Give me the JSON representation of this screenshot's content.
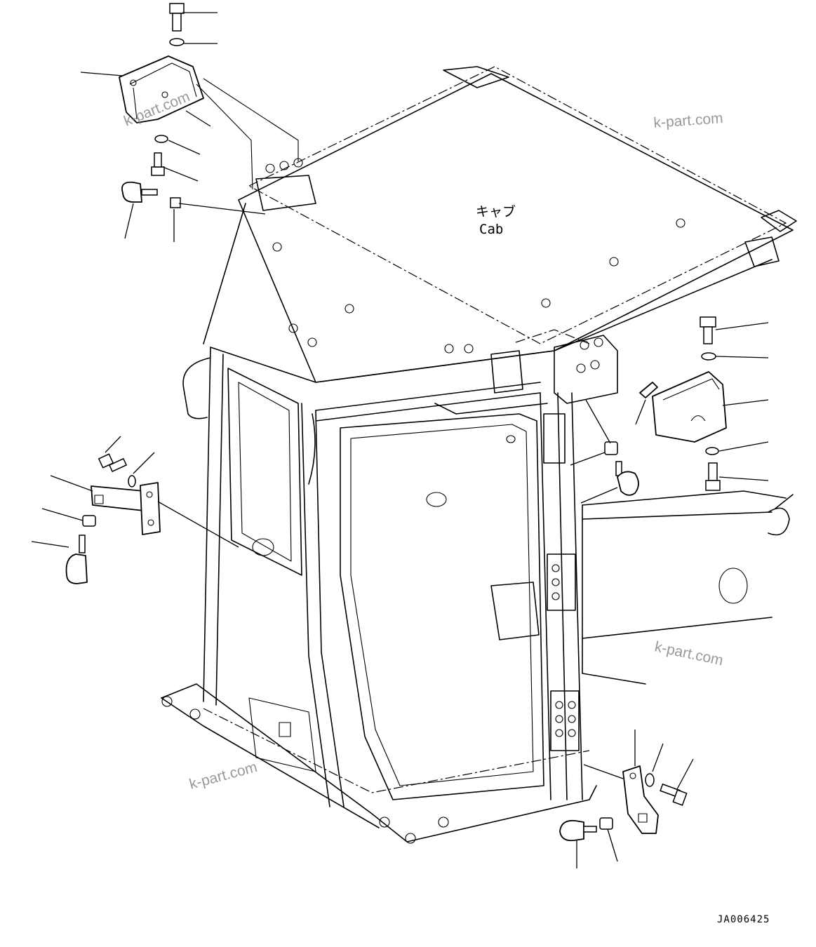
{
  "diagram": {
    "label_jp": "キャブ",
    "label_en": "Cab",
    "drawing_code": "JA006425"
  },
  "watermarks": [
    "k-part.com",
    "k-part.com",
    "k-part.com",
    "k-part.com"
  ]
}
